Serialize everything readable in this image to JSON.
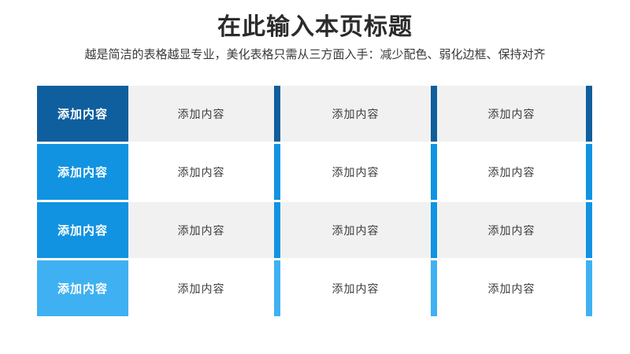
{
  "slide": {
    "title": "在此输入本页标题",
    "subtitle": "越是简洁的表格越显专业，美化表格只需从三方面入手：减少配色、弱化边框、保持对齐"
  },
  "colors": {
    "row1_accent": "#0F5E9E",
    "row2_accent": "#1193E2",
    "row3_accent": "#1193E2",
    "row4_accent": "#3FB1F2",
    "zebra_gray": "#F1F1F2",
    "zebra_white": "#FFFFFF",
    "header_text": "#FFFFFF",
    "body_text": "#3D3D3D"
  },
  "table": {
    "rows": [
      {
        "header": "添加内容",
        "cells": [
          "添加内容",
          "添加内容",
          "添加内容"
        ],
        "accent": "#0F5E9E",
        "body_bg": "#F1F1F2"
      },
      {
        "header": "添加内容",
        "cells": [
          "添加内容",
          "添加内容",
          "添加内容"
        ],
        "accent": "#1193E2",
        "body_bg": "#FFFFFF"
      },
      {
        "header": "添加内容",
        "cells": [
          "添加内容",
          "添加内容",
          "添加内容"
        ],
        "accent": "#1193E2",
        "body_bg": "#F1F1F2"
      },
      {
        "header": "添加内容",
        "cells": [
          "添加内容",
          "添加内容",
          "添加内容"
        ],
        "accent": "#3FB1F2",
        "body_bg": "#FFFFFF"
      }
    ]
  }
}
